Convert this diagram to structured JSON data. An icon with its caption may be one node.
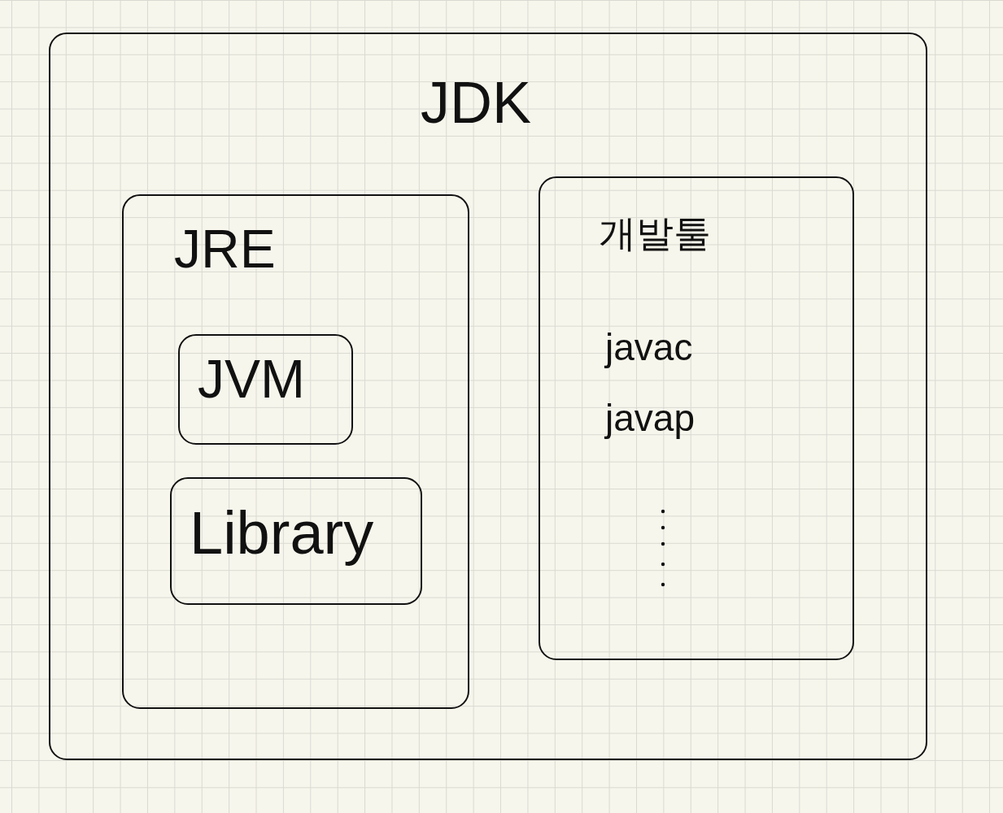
{
  "diagram": {
    "nodes": [
      {
        "text": [
          "JDK"
        ]
      },
      {
        "text": [
          "JRE"
        ],
        "in": 0
      },
      {
        "text": [
          "JVM"
        ],
        "in": 1
      },
      {
        "text": [
          "Library"
        ],
        "in": 1
      },
      {
        "text": [
          "개발툴",
          "javac",
          "javap"
        ],
        "in": 0
      }
    ]
  }
}
